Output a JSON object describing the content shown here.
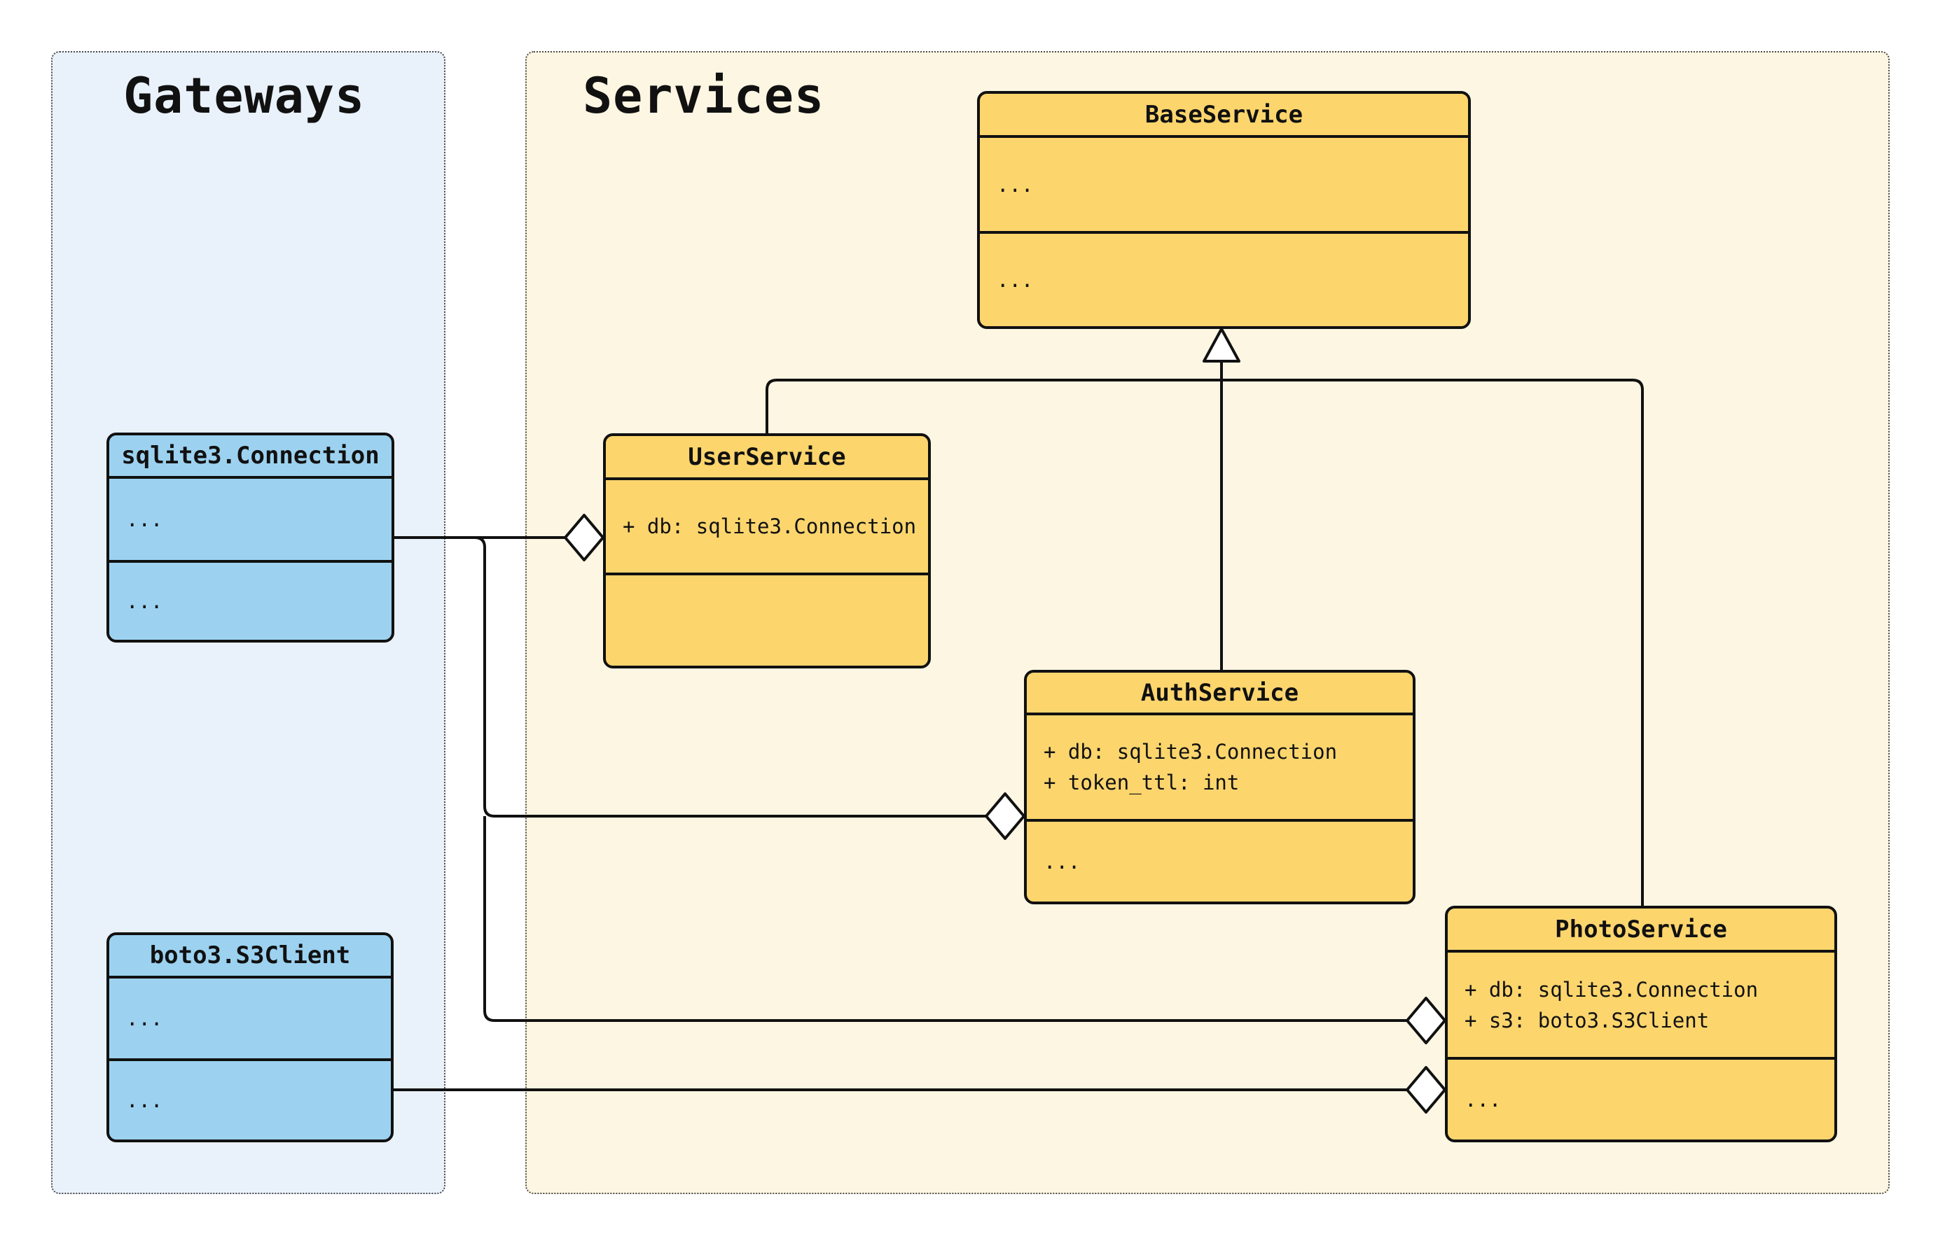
{
  "diagram": {
    "colors": {
      "gateway_fill": "#9CD2F0",
      "service_fill": "#FCD56D",
      "gateways_panel_fill": "#E9F1FB",
      "services_panel_fill": "#FDF6E2",
      "line": "#111111",
      "background": "#ffffff"
    },
    "panels": [
      {
        "id": "gateways",
        "label": "Gateways"
      },
      {
        "id": "services",
        "label": "Services"
      }
    ],
    "classes": [
      {
        "id": "sqlite3-connection",
        "panel": "gateways",
        "title": "sqlite3.Connection",
        "attributes": [
          "..."
        ],
        "methods": [
          "..."
        ]
      },
      {
        "id": "boto3-s3client",
        "panel": "gateways",
        "title": "boto3.S3Client",
        "attributes": [
          "..."
        ],
        "methods": [
          "..."
        ]
      },
      {
        "id": "base-service",
        "panel": "services",
        "title": "BaseService",
        "attributes": [
          "..."
        ],
        "methods": [
          "..."
        ]
      },
      {
        "id": "user-service",
        "panel": "services",
        "title": "UserService",
        "attributes": [
          "+ db: sqlite3.Connection"
        ],
        "methods": []
      },
      {
        "id": "auth-service",
        "panel": "services",
        "title": "AuthService",
        "attributes": [
          "+ db: sqlite3.Connection",
          "+ token_ttl: int"
        ],
        "methods": [
          "..."
        ]
      },
      {
        "id": "photo-service",
        "panel": "services",
        "title": "PhotoService",
        "attributes": [
          "+ db: sqlite3.Connection",
          "+ s3: boto3.S3Client"
        ],
        "methods": [
          "..."
        ]
      }
    ],
    "relations": [
      {
        "type": "inheritance",
        "from": "UserService",
        "to": "BaseService"
      },
      {
        "type": "inheritance",
        "from": "AuthService",
        "to": "BaseService"
      },
      {
        "type": "inheritance",
        "from": "PhotoService",
        "to": "BaseService"
      },
      {
        "type": "aggregation",
        "from": "UserService",
        "to": "sqlite3.Connection"
      },
      {
        "type": "aggregation",
        "from": "AuthService",
        "to": "sqlite3.Connection"
      },
      {
        "type": "aggregation",
        "from": "PhotoService",
        "to": "sqlite3.Connection"
      },
      {
        "type": "aggregation",
        "from": "PhotoService",
        "to": "boto3.S3Client"
      }
    ]
  }
}
